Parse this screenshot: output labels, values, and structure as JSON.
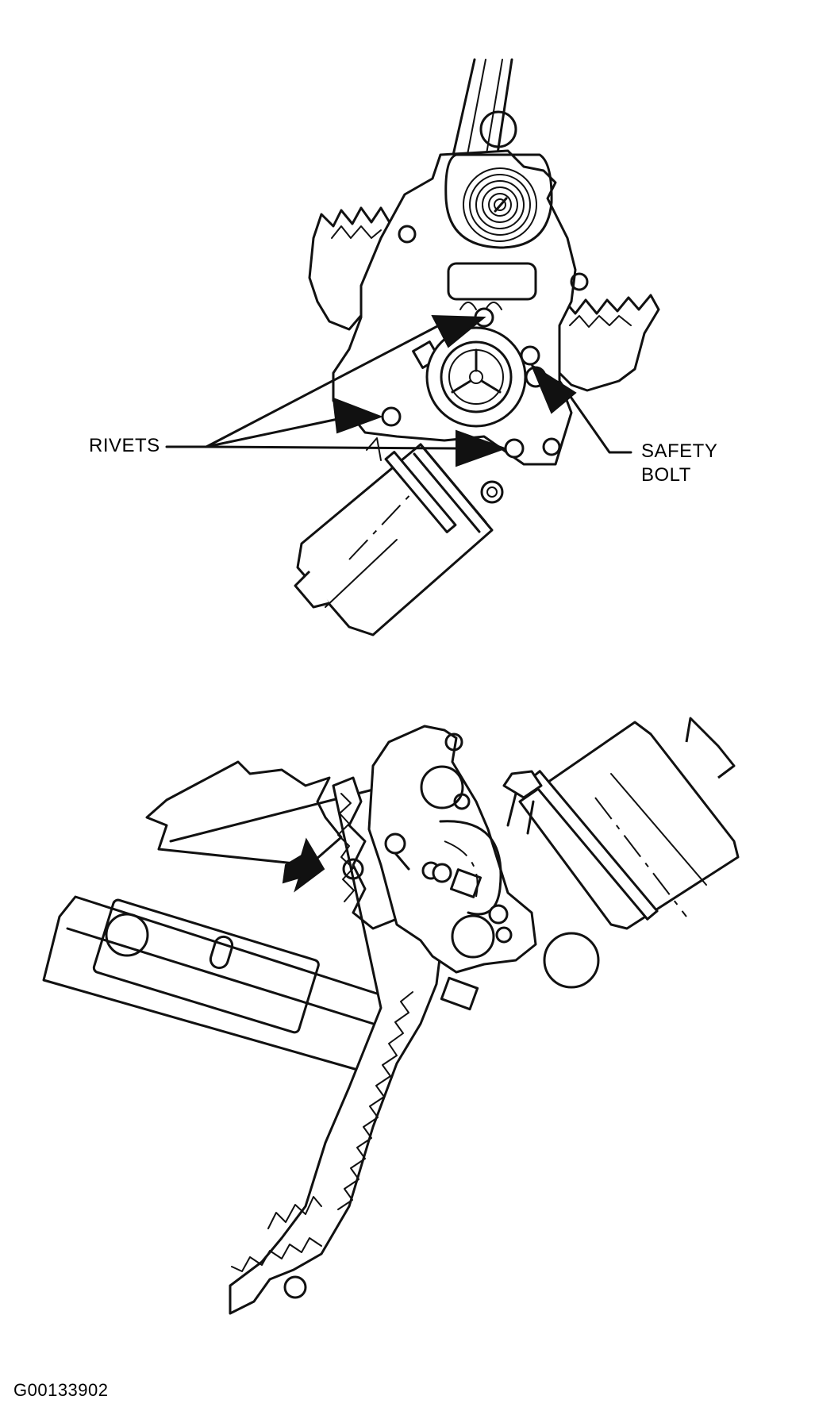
{
  "labels": {
    "rivets": "RIVETS",
    "safety_bolt_line1": "SAFETY",
    "safety_bolt_line2": "BOLT",
    "figure_id": "G00133902"
  },
  "colors": {
    "ink": "#111111",
    "background": "#ffffff"
  }
}
